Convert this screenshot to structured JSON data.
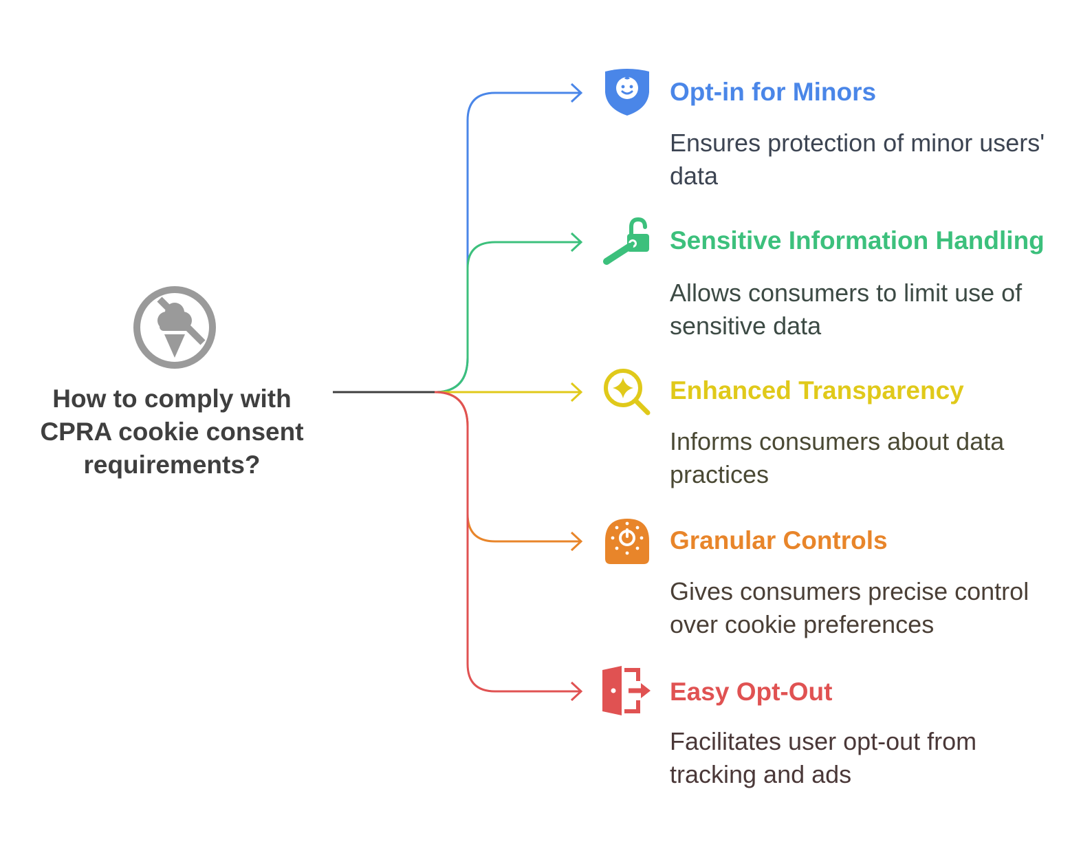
{
  "question": "How to comply with CPRA cookie consent requirements?",
  "colors": {
    "trunk": "#3f3f3f",
    "root_icon": "#9a9a9a"
  },
  "root_icon": "no-ice-cream-icon",
  "branches": [
    {
      "title": "Opt-in for Minors",
      "description": "Ensures protection of minor users' data",
      "color": "#4a86e8",
      "text_color": "#3c4452",
      "icon": "child-shield-icon"
    },
    {
      "title": "Sensitive Information Handling",
      "description": "Allows consumers to limit use of sensitive data",
      "color": "#3cc07c",
      "text_color": "#3c4a44",
      "icon": "unlock-key-icon"
    },
    {
      "title": "Enhanced Transparency",
      "description": "Informs consumers about data practices",
      "color": "#e0c91a",
      "text_color": "#4a4934",
      "icon": "sparkle-magnifier-icon"
    },
    {
      "title": "Granular Controls",
      "description": "Gives consumers precise control over cookie preferences",
      "color": "#e8852a",
      "text_color": "#4a3f36",
      "icon": "control-dial-icon"
    },
    {
      "title": "Easy Opt-Out",
      "description": "Facilitates user opt-out from tracking and ads",
      "color": "#e05252",
      "text_color": "#4a3838",
      "icon": "exit-door-icon"
    }
  ]
}
